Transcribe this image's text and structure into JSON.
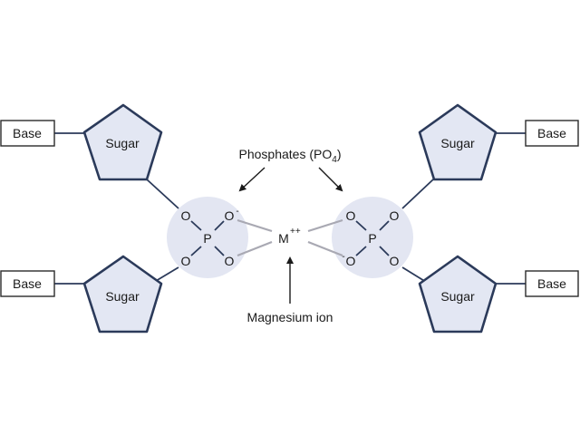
{
  "base_label": "Base",
  "sugar_label": "Sugar",
  "atoms": {
    "oxygen": "O",
    "phosphorus": "P",
    "metal": "M",
    "metal_charge": "++",
    "negative_charge": "-"
  },
  "labels": {
    "phosphates_text": "Phosphates (PO",
    "phosphates_subscript": "4",
    "phosphates_close": ")",
    "magnesium_ion": "Magnesium ion"
  },
  "colors": {
    "pentagon_fill": "#e3e7f3",
    "pentagon_stroke": "#2b3a5a",
    "halo_fill": "#e3e6f2",
    "ionic_bond": "#a9a9b3"
  }
}
